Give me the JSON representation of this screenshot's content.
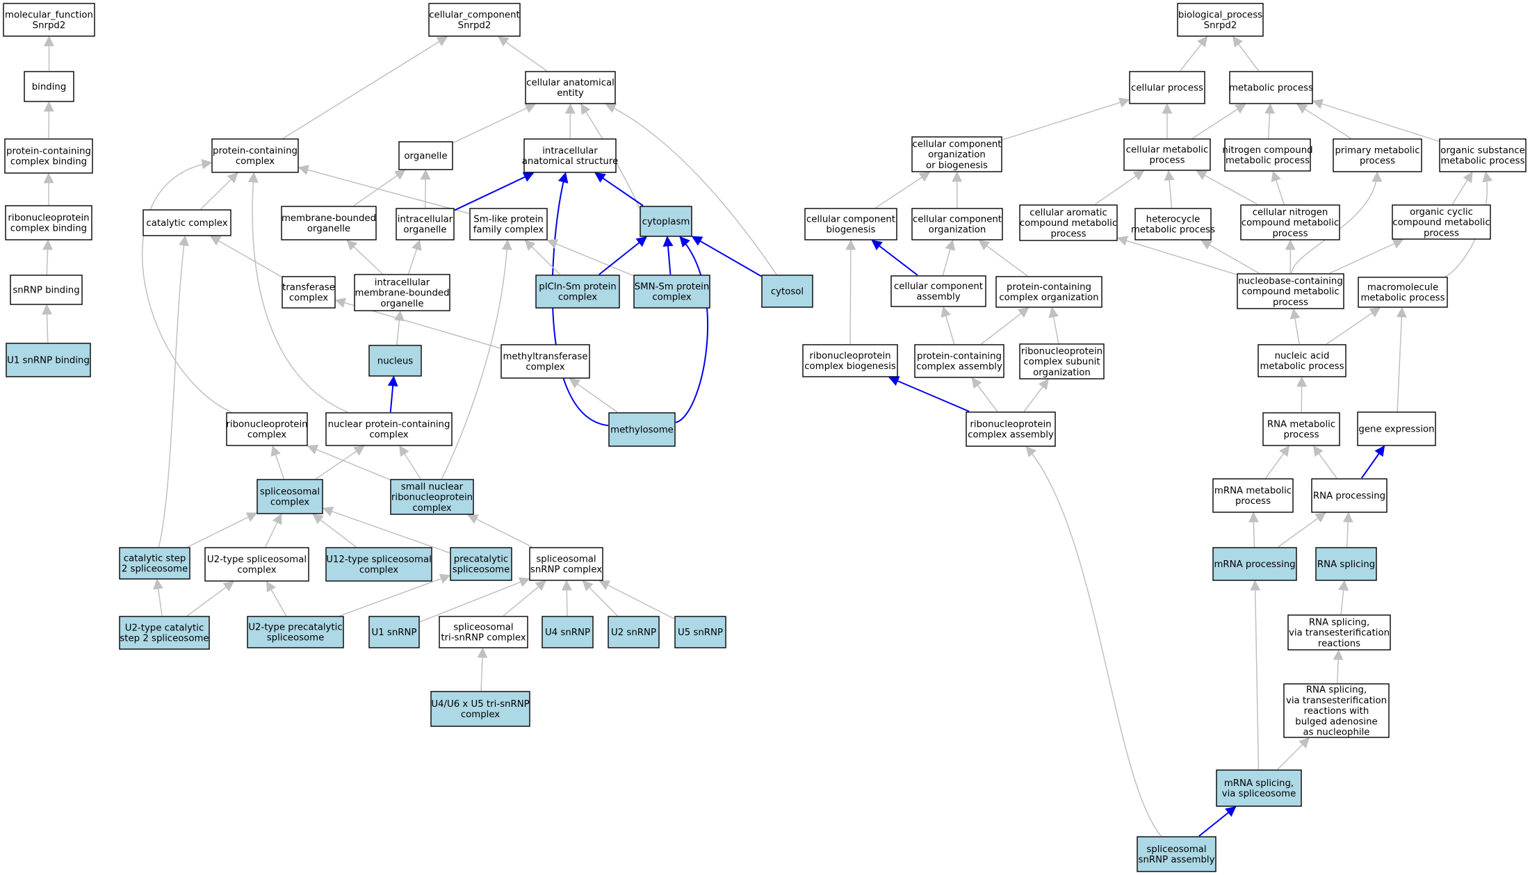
{
  "colors": {
    "plain": "#ffffff",
    "highlight": "#add8e6",
    "edge_gray": "#c0c0c0",
    "edge_blue": "#0000ee",
    "border": "#000000"
  },
  "nodes": {
    "mf": {
      "lines": [
        "molecular_function",
        "Snrpd2"
      ],
      "hl": false
    },
    "binding": {
      "lines": [
        "binding"
      ],
      "hl": false
    },
    "pcb": {
      "lines": [
        "protein-containing",
        "complex binding"
      ],
      "hl": false
    },
    "rnpb": {
      "lines": [
        "ribonucleoprotein",
        "complex binding"
      ],
      "hl": false
    },
    "snrnpb": {
      "lines": [
        "snRNP binding"
      ],
      "hl": false
    },
    "u1b": {
      "lines": [
        "U1 snRNP binding"
      ],
      "hl": true
    },
    "cc": {
      "lines": [
        "cellular_component",
        "Snrpd2"
      ],
      "hl": false
    },
    "cae": {
      "lines": [
        "cellular anatomical",
        "entity"
      ],
      "hl": false
    },
    "pc": {
      "lines": [
        "protein-containing",
        "complex"
      ],
      "hl": false
    },
    "org": {
      "lines": [
        "organelle"
      ],
      "hl": false
    },
    "ias": {
      "lines": [
        "intracellular",
        "anatomical structure"
      ],
      "hl": false
    },
    "cat": {
      "lines": [
        "catalytic complex"
      ],
      "hl": false
    },
    "mbo": {
      "lines": [
        "membrane-bounded",
        "organelle"
      ],
      "hl": false
    },
    "io": {
      "lines": [
        "intracellular",
        "organelle"
      ],
      "hl": false
    },
    "smlike": {
      "lines": [
        "Sm-like protein",
        "family complex"
      ],
      "hl": false
    },
    "cyto": {
      "lines": [
        "cytoplasm"
      ],
      "hl": true
    },
    "tc": {
      "lines": [
        "transferase",
        "complex"
      ],
      "hl": false
    },
    "imbo": {
      "lines": [
        "intracellular",
        "membrane-bounded",
        "organelle"
      ],
      "hl": false
    },
    "picln": {
      "lines": [
        "pICln-Sm protein",
        "complex"
      ],
      "hl": true
    },
    "smn": {
      "lines": [
        "SMN-Sm protein",
        "complex"
      ],
      "hl": true
    },
    "cytosol": {
      "lines": [
        "cytosol"
      ],
      "hl": true
    },
    "nucleus": {
      "lines": [
        "nucleus"
      ],
      "hl": true
    },
    "mtc": {
      "lines": [
        "methyltransferase",
        "complex"
      ],
      "hl": false
    },
    "rnpc": {
      "lines": [
        "ribonucleoprotein",
        "complex"
      ],
      "hl": false
    },
    "npc": {
      "lines": [
        "nuclear protein-containing",
        "complex"
      ],
      "hl": false
    },
    "meth": {
      "lines": [
        "methylosome"
      ],
      "hl": true
    },
    "splc": {
      "lines": [
        "spliceosomal",
        "complex"
      ],
      "hl": true
    },
    "snrnpc": {
      "lines": [
        "small nuclear",
        "ribonucleoprotein",
        "complex"
      ],
      "hl": true
    },
    "cs2": {
      "lines": [
        "catalytic step",
        "2 spliceosome"
      ],
      "hl": true
    },
    "u2s": {
      "lines": [
        "U2-type spliceosomal",
        "complex"
      ],
      "hl": false
    },
    "u12": {
      "lines": [
        "U12-type spliceosomal",
        "complex"
      ],
      "hl": true
    },
    "prec": {
      "lines": [
        "precatalytic",
        "spliceosome"
      ],
      "hl": true
    },
    "ssnrnp": {
      "lines": [
        "spliceosomal",
        "snRNP complex"
      ],
      "hl": false
    },
    "u2cat": {
      "lines": [
        "U2-type catalytic",
        "step 2 spliceosome"
      ],
      "hl": true
    },
    "u2prec": {
      "lines": [
        "U2-type precatalytic",
        "spliceosome"
      ],
      "hl": true
    },
    "u1": {
      "lines": [
        "U1 snRNP"
      ],
      "hl": true
    },
    "tri": {
      "lines": [
        "spliceosomal",
        "tri-snRNP complex"
      ],
      "hl": false
    },
    "u4": {
      "lines": [
        "U4 snRNP"
      ],
      "hl": true
    },
    "u2": {
      "lines": [
        "U2 snRNP"
      ],
      "hl": true
    },
    "u5": {
      "lines": [
        "U5 snRNP"
      ],
      "hl": true
    },
    "u4u6": {
      "lines": [
        "U4/U6 x U5 tri-snRNP",
        "complex"
      ],
      "hl": true
    },
    "bp": {
      "lines": [
        "biological_process",
        "Snrpd2"
      ],
      "hl": false
    },
    "cp": {
      "lines": [
        "cellular process"
      ],
      "hl": false
    },
    "mp": {
      "lines": [
        "metabolic process"
      ],
      "hl": false
    },
    "ccob": {
      "lines": [
        "cellular component",
        "organization",
        "or biogenesis"
      ],
      "hl": false
    },
    "cmp": {
      "lines": [
        "cellular metabolic",
        "process"
      ],
      "hl": false
    },
    "ncmp": {
      "lines": [
        "nitrogen compound",
        "metabolic process"
      ],
      "hl": false
    },
    "pmp": {
      "lines": [
        "primary metabolic",
        "process"
      ],
      "hl": false
    },
    "osmp": {
      "lines": [
        "organic substance",
        "metabolic process"
      ],
      "hl": false
    },
    "ccb": {
      "lines": [
        "cellular component",
        "biogenesis"
      ],
      "hl": false
    },
    "cco": {
      "lines": [
        "cellular component",
        "organization"
      ],
      "hl": false
    },
    "cacmp": {
      "lines": [
        "cellular aromatic",
        "compound metabolic",
        "process"
      ],
      "hl": false
    },
    "hmp": {
      "lines": [
        "heterocycle",
        "metabolic process"
      ],
      "hl": false
    },
    "cncmp": {
      "lines": [
        "cellular nitrogen",
        "compound metabolic",
        "process"
      ],
      "hl": false
    },
    "occmp": {
      "lines": [
        "organic cyclic",
        "compound metabolic",
        "process"
      ],
      "hl": false
    },
    "cca": {
      "lines": [
        "cellular component",
        "assembly"
      ],
      "hl": false
    },
    "pco": {
      "lines": [
        "protein-containing",
        "complex organization"
      ],
      "hl": false
    },
    "nbcmp": {
      "lines": [
        "nucleobase-containing",
        "compound metabolic",
        "process"
      ],
      "hl": false
    },
    "mmp": {
      "lines": [
        "macromolecule",
        "metabolic process"
      ],
      "hl": false
    },
    "rnpcb": {
      "lines": [
        "ribonucleoprotein",
        "complex biogenesis"
      ],
      "hl": false
    },
    "pca": {
      "lines": [
        "protein-containing",
        "complex assembly"
      ],
      "hl": false
    },
    "rnpcso": {
      "lines": [
        "ribonucleoprotein",
        "complex subunit",
        "organization"
      ],
      "hl": false
    },
    "namp": {
      "lines": [
        "nucleic acid",
        "metabolic process"
      ],
      "hl": false
    },
    "rnpca": {
      "lines": [
        "ribonucleoprotein",
        "complex assembly"
      ],
      "hl": false
    },
    "rnamp": {
      "lines": [
        "RNA metabolic",
        "process"
      ],
      "hl": false
    },
    "ge": {
      "lines": [
        "gene expression"
      ],
      "hl": false
    },
    "mrnamp": {
      "lines": [
        "mRNA metabolic",
        "process"
      ],
      "hl": false
    },
    "rnap": {
      "lines": [
        "RNA processing"
      ],
      "hl": false
    },
    "mrnap": {
      "lines": [
        "mRNA processing"
      ],
      "hl": true
    },
    "rnas": {
      "lines": [
        "RNA splicing"
      ],
      "hl": true
    },
    "rnast": {
      "lines": [
        "RNA splicing,",
        "via transesterification",
        "reactions"
      ],
      "hl": false
    },
    "rnastb": {
      "lines": [
        "RNA splicing,",
        "via transesterification",
        "reactions with",
        "bulged adenosine",
        "as nucleophile"
      ],
      "hl": false
    },
    "mrnas": {
      "lines": [
        "mRNA splicing,",
        "via spliceosome"
      ],
      "hl": true
    },
    "ssa": {
      "lines": [
        "spliceosomal",
        "snRNP assembly"
      ],
      "hl": true
    }
  },
  "edges": [
    {
      "from": "binding",
      "to": "mf",
      "blue": false
    },
    {
      "from": "pcb",
      "to": "binding",
      "blue": false
    },
    {
      "from": "rnpb",
      "to": "pcb",
      "blue": false
    },
    {
      "from": "snrnpb",
      "to": "rnpb",
      "blue": false
    },
    {
      "from": "u1b",
      "to": "snrnpb",
      "blue": false
    },
    {
      "from": "cae",
      "to": "cc",
      "blue": false
    },
    {
      "from": "pc",
      "to": "cc",
      "blue": false
    },
    {
      "from": "org",
      "to": "cae",
      "blue": false
    },
    {
      "from": "ias",
      "to": "cae",
      "blue": false
    },
    {
      "from": "cyto",
      "to": "cae",
      "blue": false
    },
    {
      "from": "cytosol",
      "to": "cae",
      "blue": false
    },
    {
      "from": "cat",
      "to": "pc",
      "blue": false
    },
    {
      "from": "smlike",
      "to": "pc",
      "blue": false
    },
    {
      "from": "rnpc",
      "to": "pc",
      "blue": false
    },
    {
      "from": "npc",
      "to": "pc",
      "blue": false
    },
    {
      "from": "mbo",
      "to": "org",
      "blue": false
    },
    {
      "from": "io",
      "to": "org",
      "blue": false
    },
    {
      "from": "io",
      "to": "ias",
      "blue": true
    },
    {
      "from": "cyto",
      "to": "ias",
      "blue": true
    },
    {
      "from": "meth",
      "to": "ias",
      "blue": true
    },
    {
      "from": "tc",
      "to": "cat",
      "blue": false
    },
    {
      "from": "cs2",
      "to": "cat",
      "blue": false
    },
    {
      "from": "imbo",
      "to": "mbo",
      "blue": false
    },
    {
      "from": "imbo",
      "to": "io",
      "blue": false
    },
    {
      "from": "nucleus",
      "to": "imbo",
      "blue": false
    },
    {
      "from": "picln",
      "to": "smlike",
      "blue": false
    },
    {
      "from": "smn",
      "to": "smlike",
      "blue": false
    },
    {
      "from": "snrnpc",
      "to": "smlike",
      "blue": false
    },
    {
      "from": "picln",
      "to": "cyto",
      "blue": true
    },
    {
      "from": "smn",
      "to": "cyto",
      "blue": true
    },
    {
      "from": "cytosol",
      "to": "cyto",
      "blue": true
    },
    {
      "from": "meth",
      "to": "cyto",
      "blue": true
    },
    {
      "from": "mtc",
      "to": "tc",
      "blue": false
    },
    {
      "from": "npc",
      "to": "nucleus",
      "blue": true
    },
    {
      "from": "meth",
      "to": "mtc",
      "blue": false
    },
    {
      "from": "splc",
      "to": "rnpc",
      "blue": false
    },
    {
      "from": "snrnpc",
      "to": "rnpc",
      "blue": false
    },
    {
      "from": "splc",
      "to": "npc",
      "blue": false
    },
    {
      "from": "snrnpc",
      "to": "npc",
      "blue": false
    },
    {
      "from": "cs2",
      "to": "splc",
      "blue": false
    },
    {
      "from": "u2s",
      "to": "splc",
      "blue": false
    },
    {
      "from": "u12",
      "to": "splc",
      "blue": false
    },
    {
      "from": "prec",
      "to": "splc",
      "blue": false
    },
    {
      "from": "ssnrnp",
      "to": "snrnpc",
      "blue": false
    },
    {
      "from": "u2cat",
      "to": "cs2",
      "blue": false
    },
    {
      "from": "u2cat",
      "to": "u2s",
      "blue": false
    },
    {
      "from": "u2prec",
      "to": "u2s",
      "blue": false
    },
    {
      "from": "u2prec",
      "to": "prec",
      "blue": false
    },
    {
      "from": "u1",
      "to": "ssnrnp",
      "blue": false
    },
    {
      "from": "tri",
      "to": "ssnrnp",
      "blue": false
    },
    {
      "from": "u4",
      "to": "ssnrnp",
      "blue": false
    },
    {
      "from": "u2",
      "to": "ssnrnp",
      "blue": false
    },
    {
      "from": "u5",
      "to": "ssnrnp",
      "blue": false
    },
    {
      "from": "u4u6",
      "to": "tri",
      "blue": false
    },
    {
      "from": "cp",
      "to": "bp",
      "blue": false
    },
    {
      "from": "mp",
      "to": "bp",
      "blue": false
    },
    {
      "from": "ccob",
      "to": "cp",
      "blue": false
    },
    {
      "from": "cmp",
      "to": "cp",
      "blue": false
    },
    {
      "from": "cmp",
      "to": "mp",
      "blue": false
    },
    {
      "from": "ncmp",
      "to": "mp",
      "blue": false
    },
    {
      "from": "pmp",
      "to": "mp",
      "blue": false
    },
    {
      "from": "osmp",
      "to": "mp",
      "blue": false
    },
    {
      "from": "ccb",
      "to": "ccob",
      "blue": false
    },
    {
      "from": "cco",
      "to": "ccob",
      "blue": false
    },
    {
      "from": "cacmp",
      "to": "cmp",
      "blue": false
    },
    {
      "from": "hmp",
      "to": "cmp",
      "blue": false
    },
    {
      "from": "cncmp",
      "to": "cmp",
      "blue": false
    },
    {
      "from": "cncmp",
      "to": "ncmp",
      "blue": false
    },
    {
      "from": "nbcmp",
      "to": "pmp",
      "blue": false
    },
    {
      "from": "occmp",
      "to": "osmp",
      "blue": false
    },
    {
      "from": "mmp",
      "to": "osmp",
      "blue": false
    },
    {
      "from": "cca",
      "to": "ccb",
      "blue": true
    },
    {
      "from": "rnpcb",
      "to": "ccb",
      "blue": false
    },
    {
      "from": "cca",
      "to": "cco",
      "blue": false
    },
    {
      "from": "pco",
      "to": "cco",
      "blue": false
    },
    {
      "from": "nbcmp",
      "to": "cacmp",
      "blue": false
    },
    {
      "from": "nbcmp",
      "to": "hmp",
      "blue": false
    },
    {
      "from": "nbcmp",
      "to": "cncmp",
      "blue": false
    },
    {
      "from": "nbcmp",
      "to": "occmp",
      "blue": false
    },
    {
      "from": "pca",
      "to": "cca",
      "blue": false
    },
    {
      "from": "pca",
      "to": "pco",
      "blue": false
    },
    {
      "from": "rnpcso",
      "to": "pco",
      "blue": false
    },
    {
      "from": "namp",
      "to": "nbcmp",
      "blue": false
    },
    {
      "from": "namp",
      "to": "mmp",
      "blue": false
    },
    {
      "from": "ge",
      "to": "mmp",
      "blue": false
    },
    {
      "from": "rnpca",
      "to": "rnpcb",
      "blue": true
    },
    {
      "from": "rnpca",
      "to": "pca",
      "blue": false
    },
    {
      "from": "rnpca",
      "to": "rnpcso",
      "blue": false
    },
    {
      "from": "rnamp",
      "to": "namp",
      "blue": false
    },
    {
      "from": "mrnamp",
      "to": "rnamp",
      "blue": false
    },
    {
      "from": "rnap",
      "to": "rnamp",
      "blue": false
    },
    {
      "from": "rnap",
      "to": "ge",
      "blue": true
    },
    {
      "from": "mrnap",
      "to": "mrnamp",
      "blue": false
    },
    {
      "from": "mrnap",
      "to": "rnap",
      "blue": false
    },
    {
      "from": "rnas",
      "to": "rnap",
      "blue": false
    },
    {
      "from": "rnast",
      "to": "rnas",
      "blue": false
    },
    {
      "from": "rnastb",
      "to": "rnast",
      "blue": false
    },
    {
      "from": "mrnas",
      "to": "mrnap",
      "blue": false
    },
    {
      "from": "mrnas",
      "to": "rnastb",
      "blue": false
    },
    {
      "from": "ssa",
      "to": "mrnas",
      "blue": true
    },
    {
      "from": "ssa",
      "to": "rnpca",
      "blue": false
    }
  ]
}
